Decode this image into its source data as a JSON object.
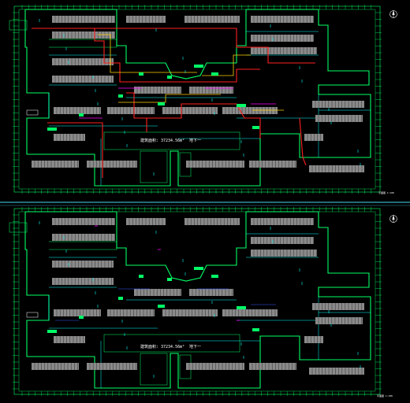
{
  "plans": [
    {
      "name": "upper-plan",
      "area_label": "建筑面积: 37234.56m²",
      "floor_label": "地下一",
      "scale_label": "平面图 1:100"
    },
    {
      "name": "lower-plan",
      "area_label": "建筑面积: 37234.56m²",
      "floor_label": "地下一",
      "scale_label": "平面图 1:100"
    }
  ],
  "colors": {
    "background": "#000000",
    "wall": "#00ff66",
    "cyan": "#00ffff",
    "parking": "#8a8a8a",
    "frame": "#ffffff",
    "red_duct": "#ff2020",
    "yellow_duct": "#ffd000",
    "magenta": "#ff00ff",
    "blue": "#3a5bff"
  },
  "icons": [
    "north-arrow-icon",
    "north-arrow-icon"
  ]
}
